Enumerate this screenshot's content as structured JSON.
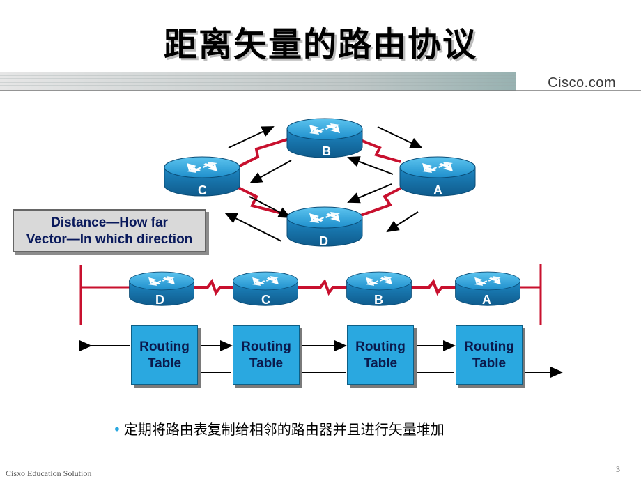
{
  "title": "距离矢量的路由协议",
  "brand": "Cisco.com",
  "top_routers": [
    "B",
    "C",
    "A",
    "D"
  ],
  "bottom_routers": [
    "D",
    "C",
    "B",
    "A"
  ],
  "label_box": {
    "line1": "Distance—How far",
    "line2": "Vector—In which direction"
  },
  "routing_tables": [
    {
      "line1": "Routing",
      "line2": "Table"
    },
    {
      "line1": "Routing",
      "line2": "Table"
    },
    {
      "line1": "Routing",
      "line2": "Table"
    },
    {
      "line1": "Routing",
      "line2": "Table"
    }
  ],
  "bullet": "定期将路由表复制给相邻的路由器并且进行矢量堆加",
  "footer_left": "Cisxo Education Solution",
  "page_number": "3",
  "colors": {
    "router": "#2aa8e0",
    "link": "#c8102e",
    "label_text": "#0a1a5c"
  }
}
